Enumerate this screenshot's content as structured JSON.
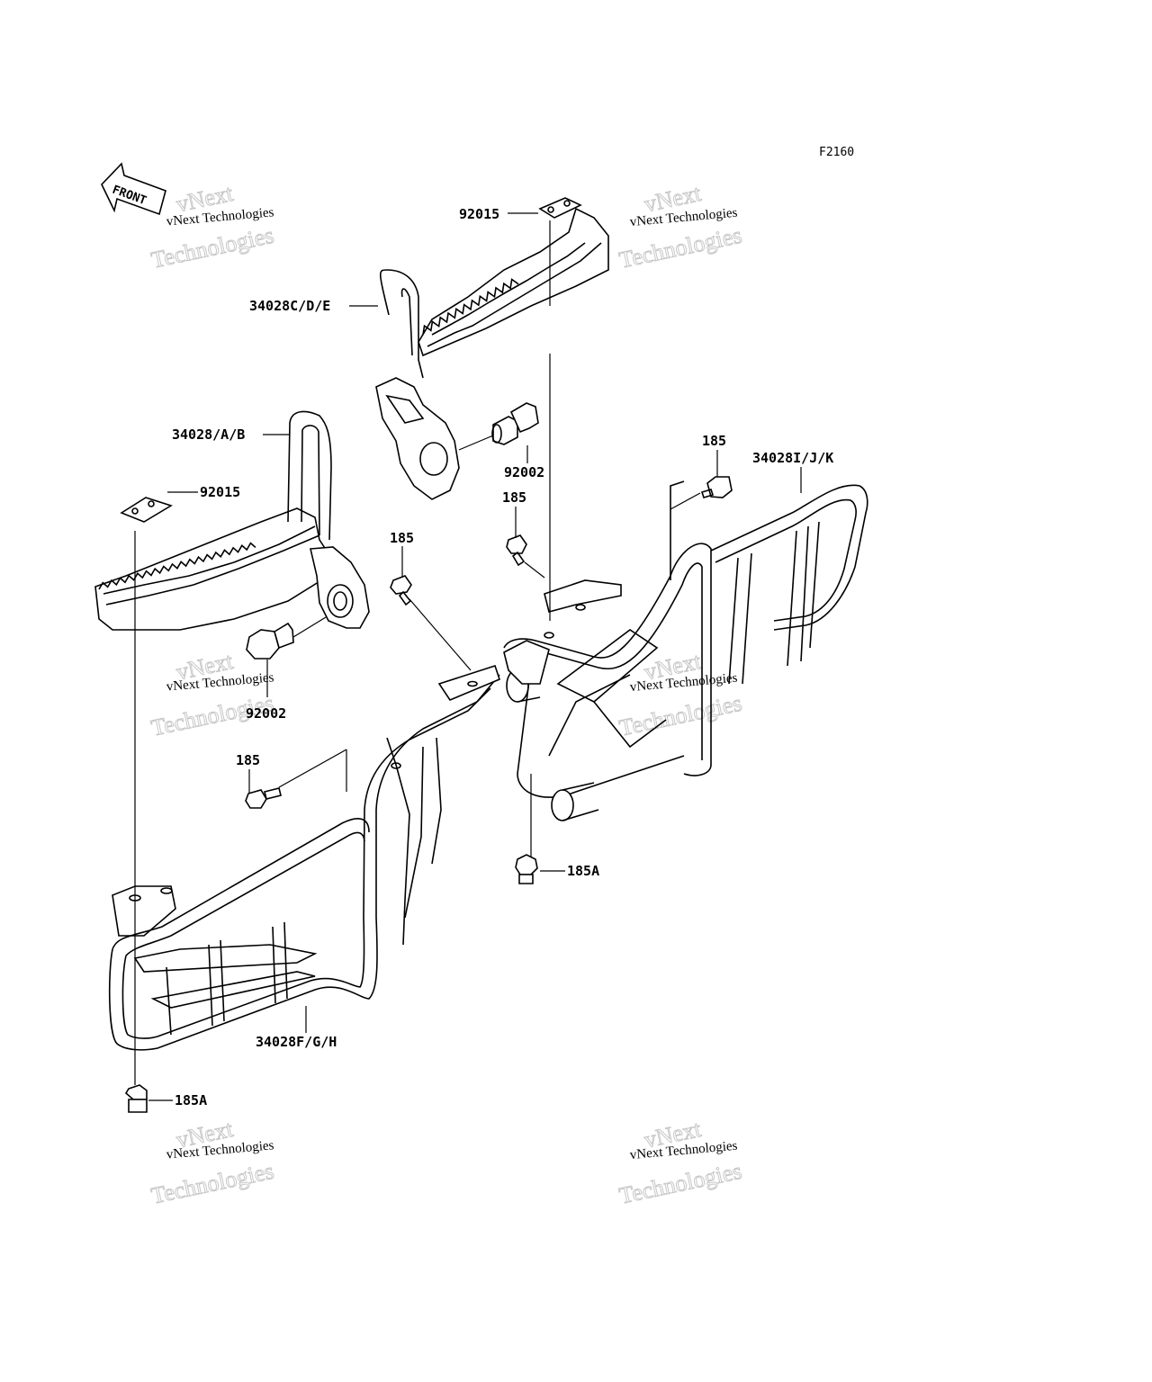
{
  "figure_code": "F2160",
  "front_marker": "FRONT",
  "watermark": {
    "line1": "vNext Technologies",
    "line2": "vNext",
    "line3": "Technologies"
  },
  "labels": {
    "p92015_top": "92015",
    "p34028cde": "34028C/D/E",
    "p34028ab": "34028/A/B",
    "p92015_left": "92015",
    "p92002_mid": "92002",
    "p185_mid": "185",
    "p185_top_right": "185",
    "p34028ijk": "34028I/J/K",
    "p185_center": "185",
    "p92002_left": "92002",
    "p185_left": "185",
    "p185a_right": "185A",
    "p34028fgh": "34028F/G/H",
    "p185a_left": "185A"
  }
}
